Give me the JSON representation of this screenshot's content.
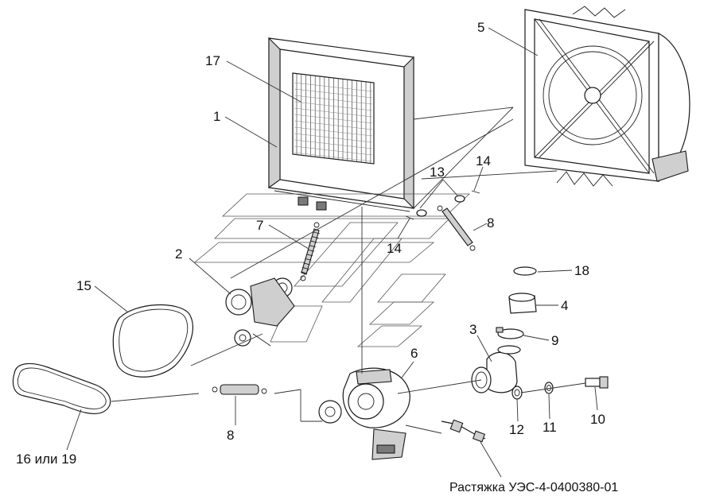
{
  "callouts": {
    "c1": "1",
    "c2": "2",
    "c3": "3",
    "c4": "4",
    "c5": "5",
    "c6": "6",
    "c7": "7",
    "c8a": "8",
    "c8b": "8",
    "c9": "9",
    "c10": "10",
    "c11": "11",
    "c12": "12",
    "c13": "13",
    "c14a": "14",
    "c14b": "14",
    "c15": "15",
    "c16": "16 или 19",
    "c17": "17",
    "c18": "18"
  },
  "caption": "Растяжка УЭС-4-0400380-01",
  "colors": {
    "line": "#1a1a1a",
    "shade": "#cfcfcf",
    "background": "#ffffff"
  }
}
